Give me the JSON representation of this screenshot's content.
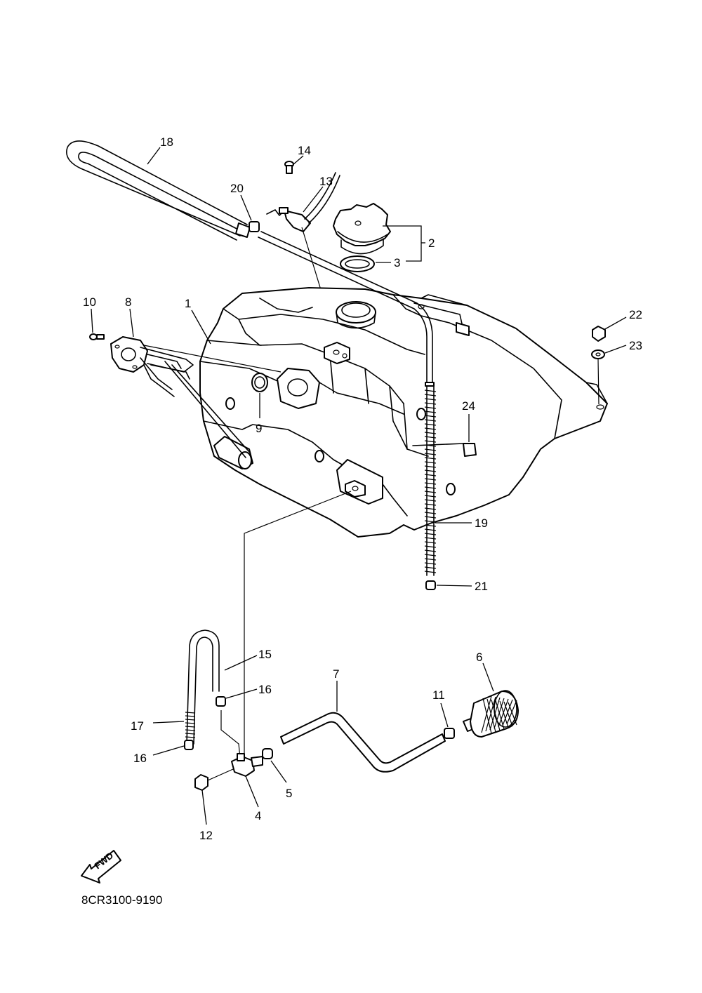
{
  "diagram": {
    "code": "8CR3100-9190",
    "fwd_label": "FWD",
    "callouts": [
      {
        "id": "1",
        "text": "1"
      },
      {
        "id": "2",
        "text": "2"
      },
      {
        "id": "3",
        "text": "3"
      },
      {
        "id": "4",
        "text": "4"
      },
      {
        "id": "5",
        "text": "5"
      },
      {
        "id": "6",
        "text": "6"
      },
      {
        "id": "7",
        "text": "7"
      },
      {
        "id": "8",
        "text": "8"
      },
      {
        "id": "9",
        "text": "9"
      },
      {
        "id": "10",
        "text": "10"
      },
      {
        "id": "11",
        "text": "11"
      },
      {
        "id": "12",
        "text": "12"
      },
      {
        "id": "13",
        "text": "13"
      },
      {
        "id": "14",
        "text": "14"
      },
      {
        "id": "15",
        "text": "15"
      },
      {
        "id": "16a",
        "text": "16"
      },
      {
        "id": "16b",
        "text": "16"
      },
      {
        "id": "17",
        "text": "17"
      },
      {
        "id": "18",
        "text": "18"
      },
      {
        "id": "19",
        "text": "19"
      },
      {
        "id": "20",
        "text": "20"
      },
      {
        "id": "21",
        "text": "21"
      },
      {
        "id": "22",
        "text": "22"
      },
      {
        "id": "23",
        "text": "23"
      },
      {
        "id": "24",
        "text": "24"
      }
    ]
  }
}
